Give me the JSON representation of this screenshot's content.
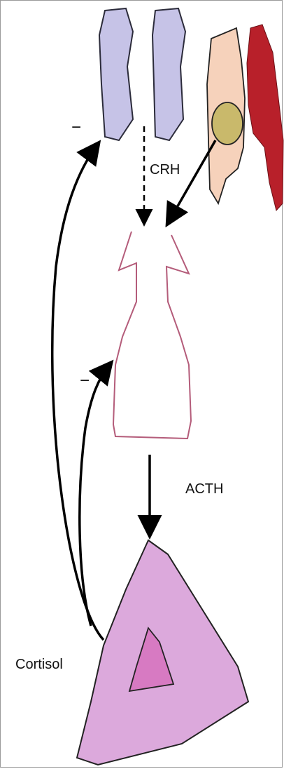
{
  "labels": {
    "crh": "CRH",
    "acth": "ACTH",
    "cortisol": "Cortisol",
    "minus_upper": "−",
    "minus_lower": "−"
  },
  "colors": {
    "hypothalamus": "#c6c3e7",
    "hypothalamus_outline": "#2b2b3a",
    "brain_tissue": "#f6d2bb",
    "nucleus": "#c9b96b",
    "brain_red": "#b8202a",
    "pituitary_outline": "#b45c7a",
    "adrenal": "#dca9dc",
    "adrenal_medulla": "#d77ac2",
    "arrow": "#000000",
    "frame": "#9a9a9a"
  }
}
